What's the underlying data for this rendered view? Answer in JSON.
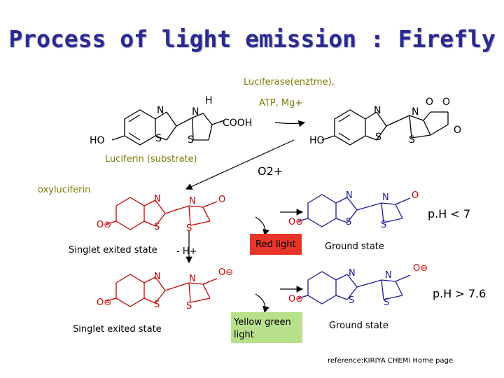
{
  "title": "Process of light emission : Firefly",
  "reagents": {
    "enzyme": "Luciferase(enztme),",
    "cofactors": "ATP,  Mg+",
    "luciferin_label": "Luciferin (substrate)",
    "oxygen": "O2+",
    "oxyluciferin_label": "oxyluciferin"
  },
  "atoms": {
    "N": "N",
    "S": "S",
    "H": "H",
    "O": "O",
    "HO": "HO",
    "COOH": "COOH",
    "O_minus": "O⊖"
  },
  "states": {
    "singlet_1": "Singlet exited state",
    "singlet_2": "Singlet exited state",
    "minus_h": "- H+",
    "red_light": "Red light",
    "yellow_green_light": "Yellow green light",
    "ground_1": "Ground state",
    "ground_2": "Ground state",
    "ph_low": "p.H < 7",
    "ph_high": "p.H > 7.6"
  },
  "colors": {
    "title": "#2a2a96",
    "label": "#7a7a00",
    "structure_red": "#cc0000",
    "structure_blue": "#1a1a99",
    "red_box": "#e8352a",
    "yellow_box": "#b8e08a"
  },
  "reference": "reference:KIRIYA CHEMI Home page"
}
